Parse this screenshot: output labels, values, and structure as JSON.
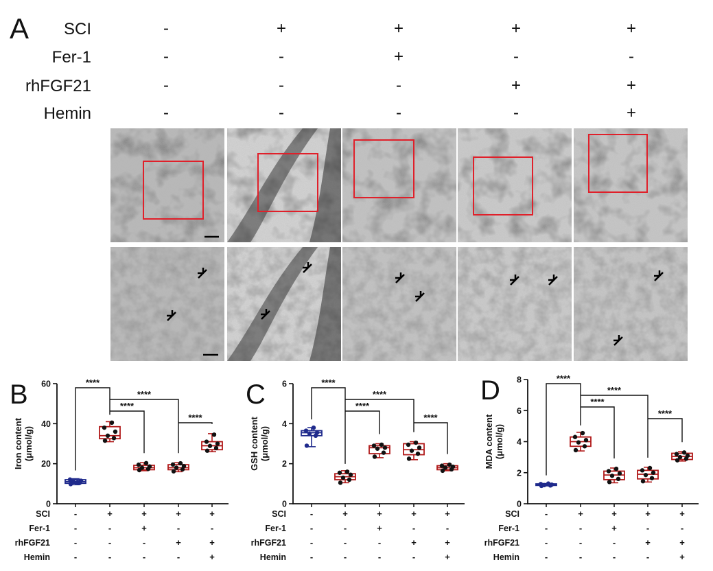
{
  "panelA": {
    "letter": "A",
    "row_labels": [
      "SCI",
      "Fer-1",
      "rhFGF21",
      "Hemin"
    ],
    "columns": [
      [
        "-",
        "-",
        "-",
        "-"
      ],
      [
        "+",
        "-",
        "-",
        "-"
      ],
      [
        "+",
        "+",
        "-",
        "-"
      ],
      [
        "+",
        "-",
        "+",
        "-"
      ],
      [
        "+",
        "-",
        "+",
        "+"
      ]
    ]
  },
  "treatment_table": {
    "row_labels": [
      "SCI",
      "Fer-1",
      "rhFGF21",
      "Hemin"
    ],
    "columns": [
      [
        "-",
        "-",
        "-",
        "-"
      ],
      [
        "+",
        "-",
        "-",
        "-"
      ],
      [
        "+",
        "+",
        "-",
        "-"
      ],
      [
        "+",
        "-",
        "+",
        "-"
      ],
      [
        "+",
        "-",
        "+",
        "+"
      ]
    ]
  },
  "colors": {
    "sham": "#1f2a8c",
    "treated": "#b01818",
    "roi_box": "#e0202a",
    "dots": "#111111"
  },
  "chart_data": [
    {
      "panel": "B",
      "type": "box",
      "ylabel": "Iron content\n(μmol/g)",
      "ylim": [
        0,
        60
      ],
      "yticks": [
        0,
        20,
        40,
        60
      ],
      "groups": [
        {
          "min": 9.5,
          "q1": 10.2,
          "median": 11.0,
          "q3": 12.0,
          "max": 12.5,
          "points": [
            9.8,
            10.4,
            11.0,
            11.5,
            12.1,
            10.7
          ]
        },
        {
          "min": 31.0,
          "q1": 32.5,
          "median": 34.0,
          "q3": 38.5,
          "max": 41.0,
          "points": [
            31.5,
            32.8,
            34.0,
            36.0,
            38.0,
            40.5
          ]
        },
        {
          "min": 16.5,
          "q1": 17.0,
          "median": 18.0,
          "q3": 19.2,
          "max": 20.5,
          "points": [
            16.8,
            17.4,
            18.0,
            18.6,
            19.5,
            20.3
          ]
        },
        {
          "min": 16.0,
          "q1": 17.0,
          "median": 18.0,
          "q3": 19.5,
          "max": 20.5,
          "points": [
            16.2,
            17.2,
            18.0,
            18.8,
            19.6,
            20.2
          ]
        },
        {
          "min": 26.0,
          "q1": 27.0,
          "median": 29.0,
          "q3": 31.0,
          "max": 35.0,
          "points": [
            26.5,
            27.8,
            28.9,
            30.0,
            31.0,
            34.5
          ]
        }
      ],
      "comparisons": [
        {
          "from": 0,
          "to": 1,
          "label": "****"
        },
        {
          "from": 1,
          "to": 3,
          "label": "****"
        },
        {
          "from": 1,
          "to": 2,
          "label": "****"
        },
        {
          "from": 3,
          "to": 4,
          "label": "****"
        }
      ]
    },
    {
      "panel": "C",
      "type": "box",
      "ylabel": "GSH content\n(μmol/g)",
      "ylim": [
        0,
        6
      ],
      "yticks": [
        0,
        2,
        4,
        6
      ],
      "groups": [
        {
          "min": 2.85,
          "q1": 3.4,
          "median": 3.55,
          "q3": 3.65,
          "max": 3.8,
          "points": [
            2.9,
            3.4,
            3.5,
            3.55,
            3.65,
            3.8
          ]
        },
        {
          "min": 1.05,
          "q1": 1.2,
          "median": 1.35,
          "q3": 1.5,
          "max": 1.65,
          "points": [
            1.05,
            1.2,
            1.3,
            1.45,
            1.55,
            1.6
          ]
        },
        {
          "min": 2.3,
          "q1": 2.5,
          "median": 2.8,
          "q3": 2.9,
          "max": 3.0,
          "points": [
            2.35,
            2.55,
            2.75,
            2.8,
            2.9,
            2.95
          ]
        },
        {
          "min": 2.2,
          "q1": 2.45,
          "median": 2.7,
          "q3": 3.0,
          "max": 3.1,
          "points": [
            2.25,
            2.5,
            2.65,
            2.8,
            2.95,
            3.05
          ]
        },
        {
          "min": 1.65,
          "q1": 1.7,
          "median": 1.8,
          "q3": 1.9,
          "max": 2.0,
          "points": [
            1.65,
            1.72,
            1.8,
            1.85,
            1.9,
            1.95
          ]
        }
      ],
      "comparisons": [
        {
          "from": 0,
          "to": 1,
          "label": "****"
        },
        {
          "from": 1,
          "to": 3,
          "label": "****"
        },
        {
          "from": 1,
          "to": 2,
          "label": "****"
        },
        {
          "from": 3,
          "to": 4,
          "label": "****"
        }
      ]
    },
    {
      "panel": "D",
      "type": "box",
      "ylabel": "MDA content\n(μmol/g)",
      "ylim": [
        0,
        8
      ],
      "yticks": [
        0,
        2,
        4,
        6,
        8
      ],
      "groups": [
        {
          "min": 1.15,
          "q1": 1.18,
          "median": 1.22,
          "q3": 1.28,
          "max": 1.3,
          "points": [
            1.15,
            1.18,
            1.2,
            1.23,
            1.27,
            1.3
          ]
        },
        {
          "min": 3.4,
          "q1": 3.7,
          "median": 4.0,
          "q3": 4.3,
          "max": 4.6,
          "points": [
            3.45,
            3.7,
            3.95,
            4.1,
            4.3,
            4.55
          ]
        },
        {
          "min": 1.35,
          "q1": 1.55,
          "median": 1.85,
          "q3": 2.1,
          "max": 2.3,
          "points": [
            1.4,
            1.6,
            1.8,
            1.95,
            2.1,
            2.25
          ]
        },
        {
          "min": 1.4,
          "q1": 1.6,
          "median": 1.9,
          "q3": 2.15,
          "max": 2.35,
          "points": [
            1.45,
            1.65,
            1.85,
            2.0,
            2.15,
            2.3
          ]
        },
        {
          "min": 2.75,
          "q1": 2.85,
          "median": 3.05,
          "q3": 3.25,
          "max": 3.35,
          "points": [
            2.8,
            2.9,
            3.0,
            3.1,
            3.2,
            3.3
          ]
        }
      ],
      "comparisons": [
        {
          "from": 0,
          "to": 1,
          "label": "****"
        },
        {
          "from": 1,
          "to": 3,
          "label": "****"
        },
        {
          "from": 1,
          "to": 2,
          "label": "****"
        },
        {
          "from": 3,
          "to": 4,
          "label": "****"
        }
      ]
    }
  ]
}
